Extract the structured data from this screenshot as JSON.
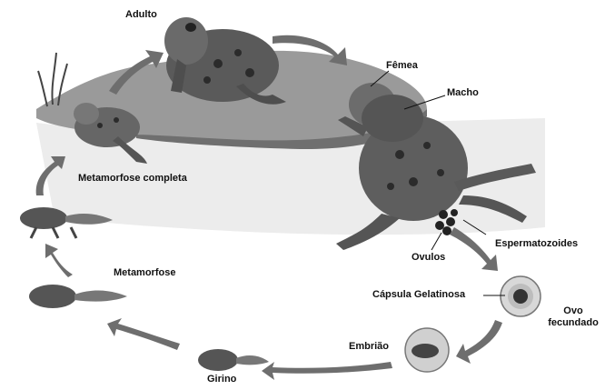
{
  "labels": {
    "adulto": "Adulto",
    "femea": "Fêmea",
    "macho": "Macho",
    "metamorfose_completa": "Metamorfose completa",
    "metamorfose": "Metamorfose",
    "ovulos": "Ovulos",
    "espermatozoides": "Espermatozoides",
    "capsula": "Cápsula Gelatinosa",
    "ovo_line1": "Ovo",
    "ovo_line2": "fecundado",
    "embriao": "Embrião",
    "girino": "Girino"
  },
  "colors": {
    "ink": "#111111",
    "arrow": "#6e6e6e",
    "rock": "#8e8e8e",
    "water": "#ececec",
    "frog": "#5a5a5a",
    "spots": "#2b2b2b"
  }
}
